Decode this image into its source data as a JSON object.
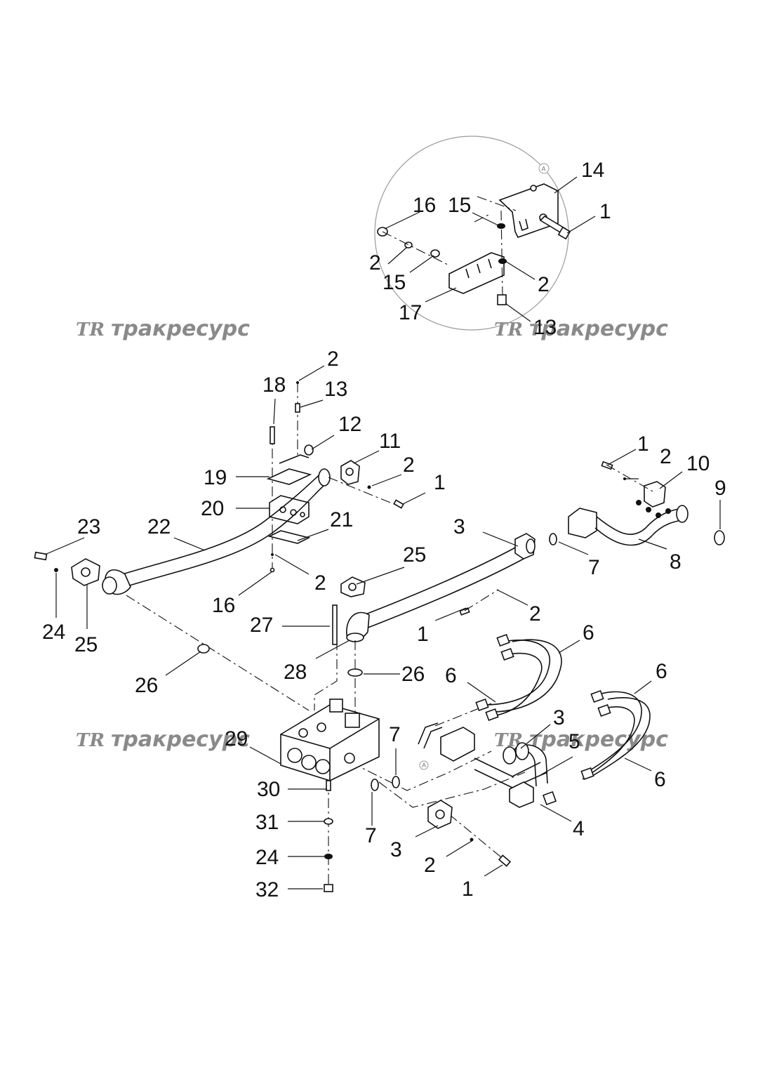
{
  "watermark": {
    "logo": "TR",
    "text": "тракресурс"
  },
  "view_ref": "A",
  "callouts": {
    "detail": [
      "14",
      "16",
      "15",
      "1",
      "2",
      "15",
      "2",
      "17",
      "13"
    ],
    "upper": [
      "2",
      "18",
      "13",
      "12",
      "11",
      "2",
      "1",
      "19",
      "20",
      "21",
      "23",
      "22",
      "24",
      "25",
      "16",
      "2"
    ],
    "right": [
      "1",
      "2",
      "10",
      "9",
      "3",
      "7",
      "8",
      "25",
      "2",
      "1"
    ],
    "lower": [
      "27",
      "28",
      "26",
      "26",
      "6",
      "6",
      "6",
      "6",
      "29",
      "7",
      "3",
      "5",
      "30",
      "31",
      "24",
      "32",
      "7",
      "3",
      "2",
      "1",
      "4"
    ]
  }
}
